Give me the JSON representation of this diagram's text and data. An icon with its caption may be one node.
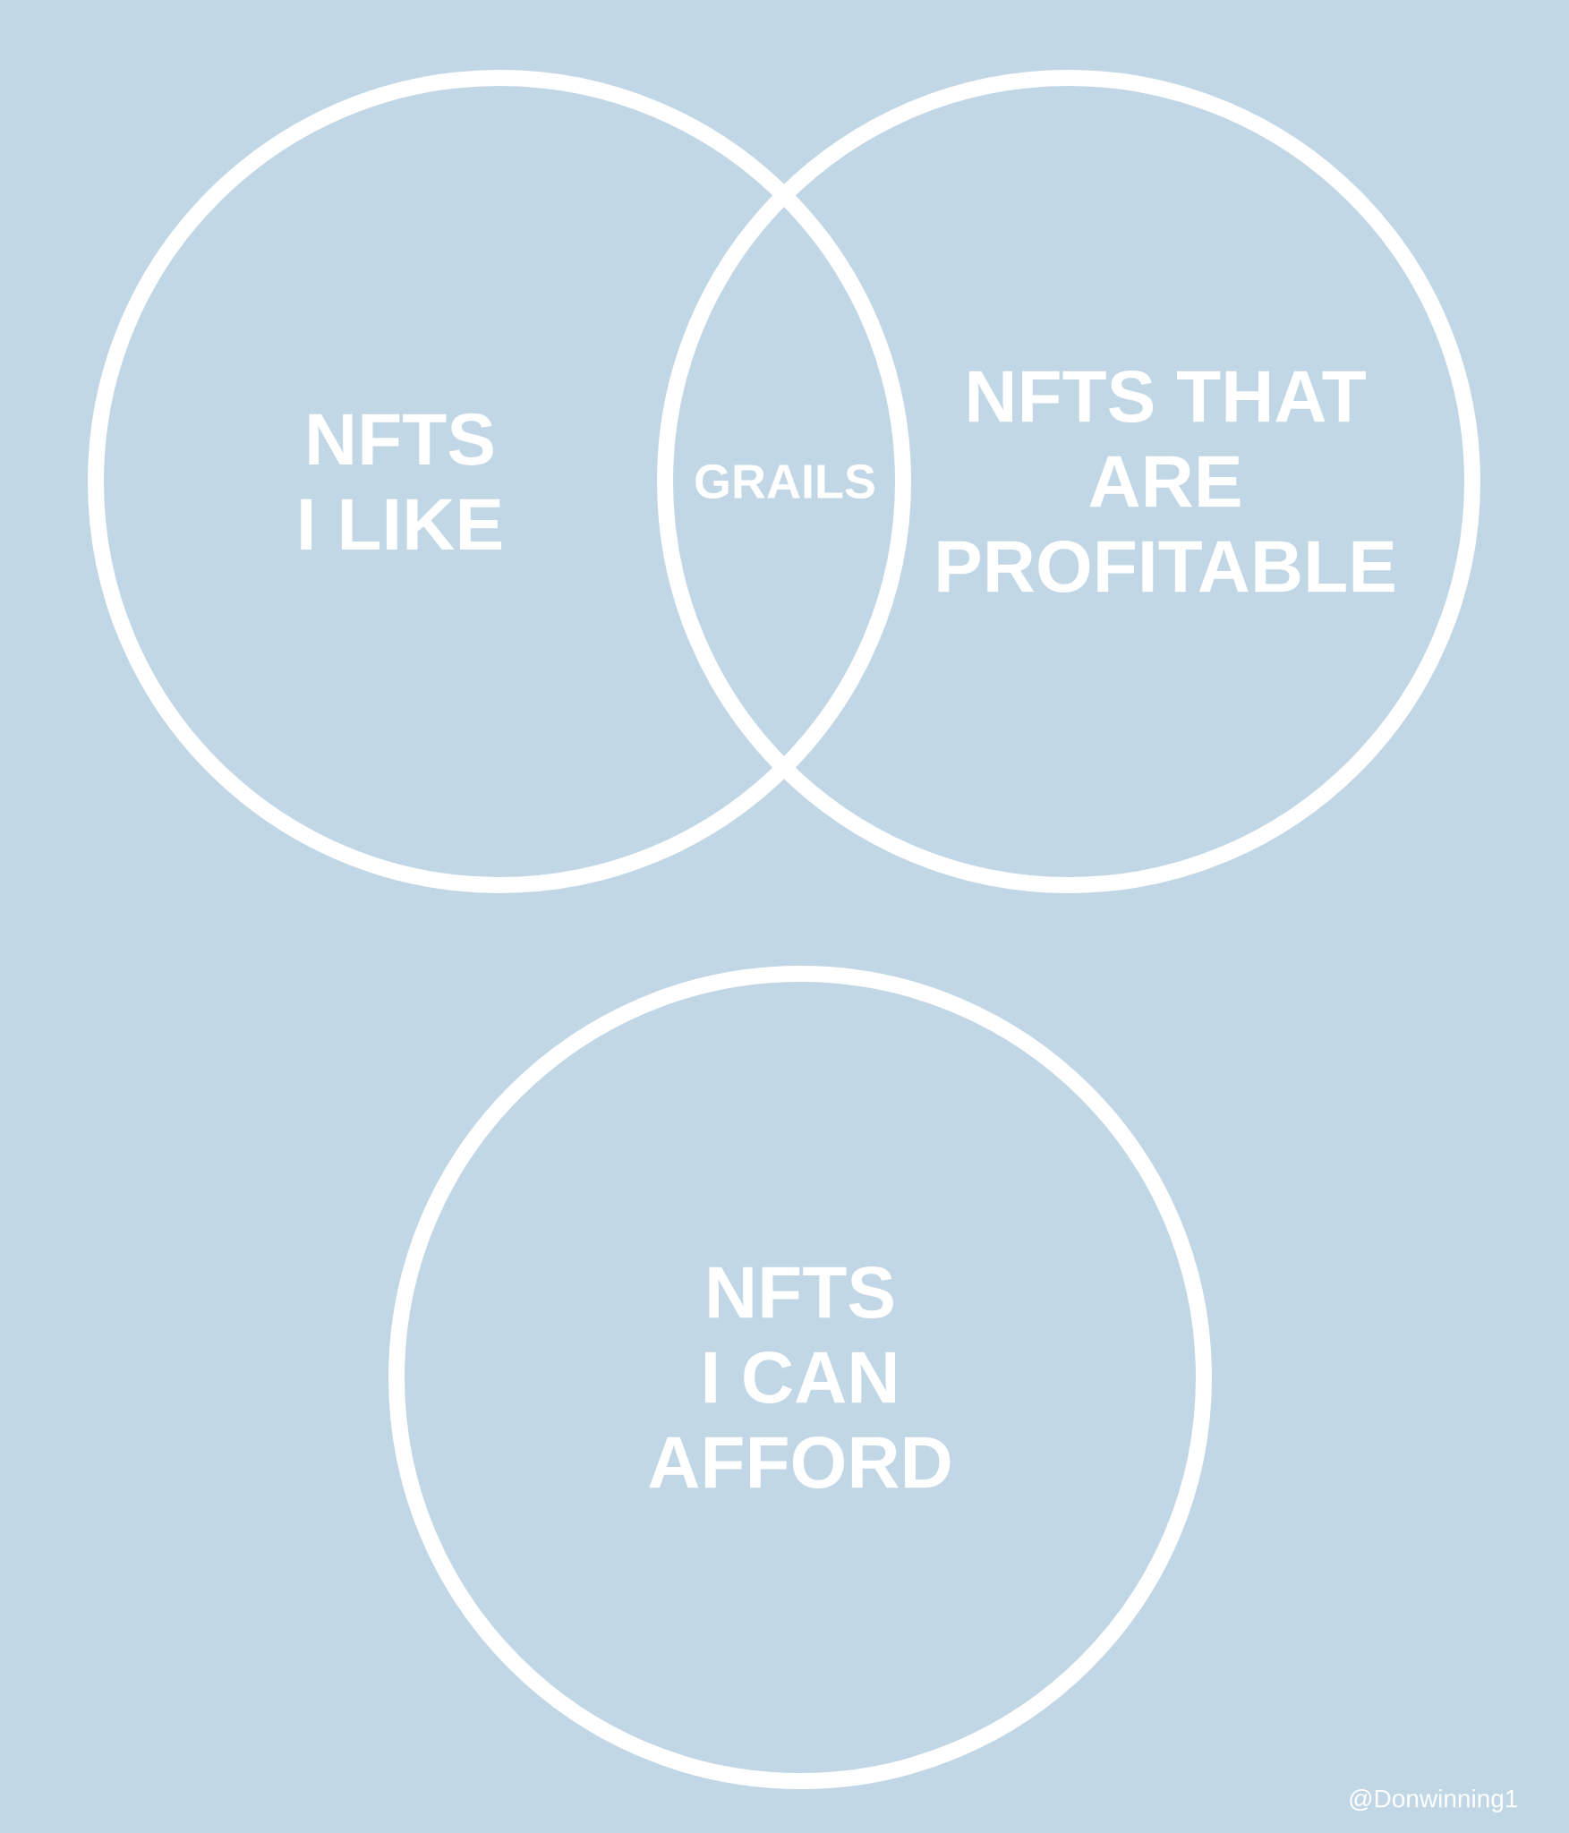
{
  "diagram": {
    "nodes": [
      {
        "text": [
          "NFTS I LIKE"
        ]
      },
      {
        "text": [
          "NFTS THAT ARE PROFITABLE"
        ]
      },
      {
        "text": [
          "NFTS I CAN AFFORD"
        ]
      }
    ],
    "labels": [
      "GRAILS",
      "@Donwinning1"
    ]
  }
}
